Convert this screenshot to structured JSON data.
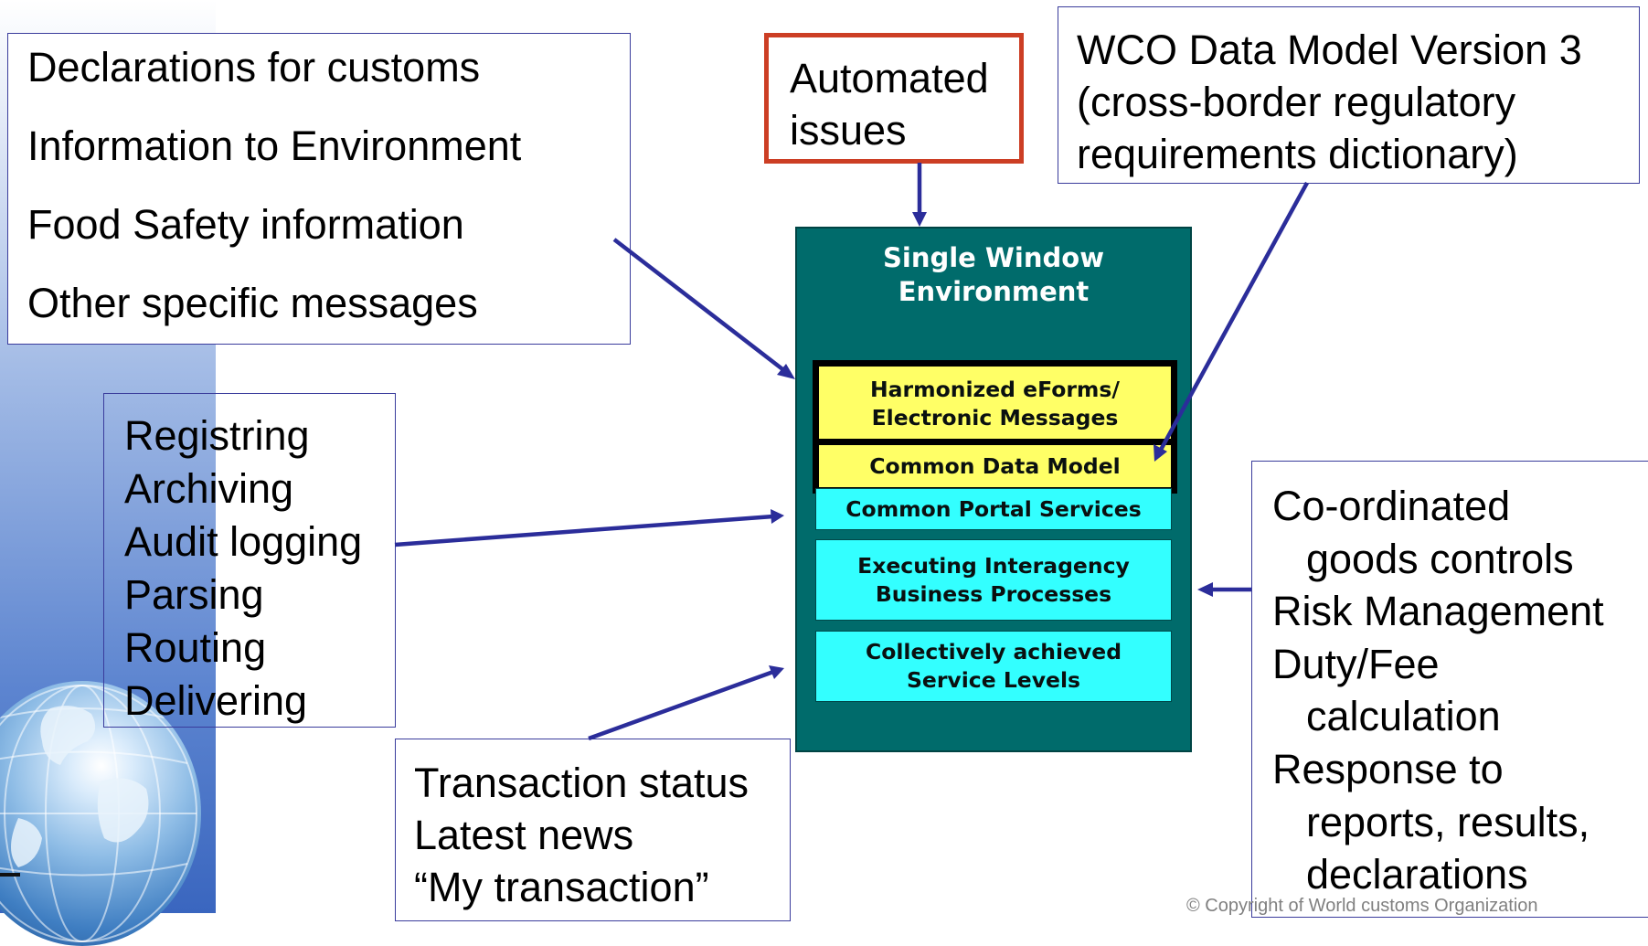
{
  "boxes": {
    "customs": {
      "lines": [
        "Declarations for customs",
        "Information to Environment",
        "Food Safety information",
        "Other specific messages"
      ]
    },
    "archiving": {
      "lines": [
        "Registring",
        "Archiving",
        "Audit logging",
        "Parsing",
        "Routing",
        "Delivering"
      ]
    },
    "automated": {
      "lines": [
        "Automated",
        "issues"
      ]
    },
    "wco": {
      "lines": [
        "WCO Data Model Version 3",
        "(cross-border regulatory",
        "requirements dictionary)"
      ]
    },
    "transaction": {
      "lines": [
        "Transaction status",
        "Latest news",
        "“My transaction”"
      ]
    },
    "goods": {
      "lines": [
        "Co-ordinated",
        "goods controls",
        "Risk Management",
        "Duty/Fee",
        "calculation",
        "Response to",
        "reports, results,",
        "declarations"
      ]
    }
  },
  "single_window": {
    "title_lines": [
      "Single Window",
      "Environment"
    ],
    "layers": {
      "eforms": [
        "Harmonized eForms/",
        "Electronic Messages"
      ],
      "common_data_model": "Common Data Model",
      "portal": "Common Portal Services",
      "executing": [
        "Executing Interagency",
        "Business Processes"
      ],
      "service_levels": [
        "Collectively achieved",
        "Service Levels"
      ]
    }
  },
  "footer": {
    "copyright": "© Copyright of World customs Organization"
  },
  "colors": {
    "box_border": "#3a3c9c",
    "automated_border": "#cc3e24",
    "arrow": "#2b2d9a",
    "single_window_bg": "#006b6b",
    "yellow_layer": "#ffff66",
    "cyan_layer": "#33ffff",
    "sidebar_gradient": "#3a66bf"
  }
}
